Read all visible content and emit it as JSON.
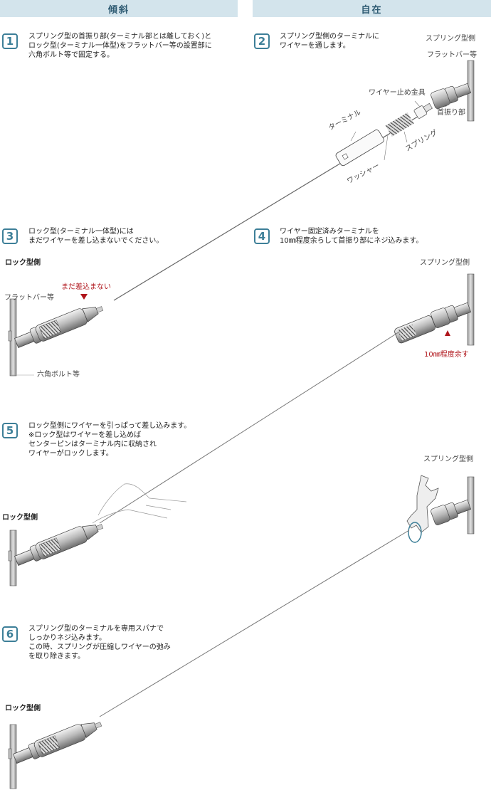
{
  "headers": {
    "left": "傾斜",
    "right": "自在"
  },
  "steps": [
    {
      "num": "1",
      "text": "スプリング型の首振り部(ターミナル部とは離しておく)と\nロック型(ターミナル一体型)をフラットバー等の設置部に\n六角ボルト等で固定する。"
    },
    {
      "num": "2",
      "text": "スプリング型側のターミナルに\nワイヤーを通します。"
    },
    {
      "num": "3",
      "text": "ロック型(ターミナル一体型)には\nまだワイヤーを差し込まないでください。"
    },
    {
      "num": "4",
      "text": "ワイヤー固定済みターミナルを\n10㎜程度余らして首振り部にネジ込みます。"
    },
    {
      "num": "5",
      "text": "ロック型側にワイヤーを引っぱって差し込みます。\n※ロック型はワイヤーを差し込めば\nセンターピンはターミナル内に収納され\nワイヤーがロックします。"
    },
    {
      "num": "6",
      "text": "スプリング型のターミナルを専用スパナで\nしっかりネジ込みます。\nこの時、スプリングが圧縮しワイヤーの弛み\nを取り除きます。"
    }
  ],
  "labels": {
    "spring_side_2": "スプリング型側",
    "flat_bar_2": "フラットバー等",
    "wire_stop": "ワイヤー止め金具",
    "neck": "首振り部",
    "terminal": "ターミナル",
    "spring": "スプリング",
    "washer": "ワッシャー",
    "lock_side_3": "ロック型側",
    "not_inserted": "まだ差込まない",
    "flat_bar_3": "フラットバー等",
    "hex_bolt": "六角ボルト等",
    "spring_side_4": "スプリング型側",
    "margin_10mm": "10㎜程度余す",
    "spring_side_5": "スプリング型側",
    "lock_side_5": "ロック型側",
    "lock_side_6": "ロック型側"
  },
  "colors": {
    "accent": "#3d7f98",
    "header_bg": "#d3e4ec",
    "warning": "#b0161c"
  }
}
